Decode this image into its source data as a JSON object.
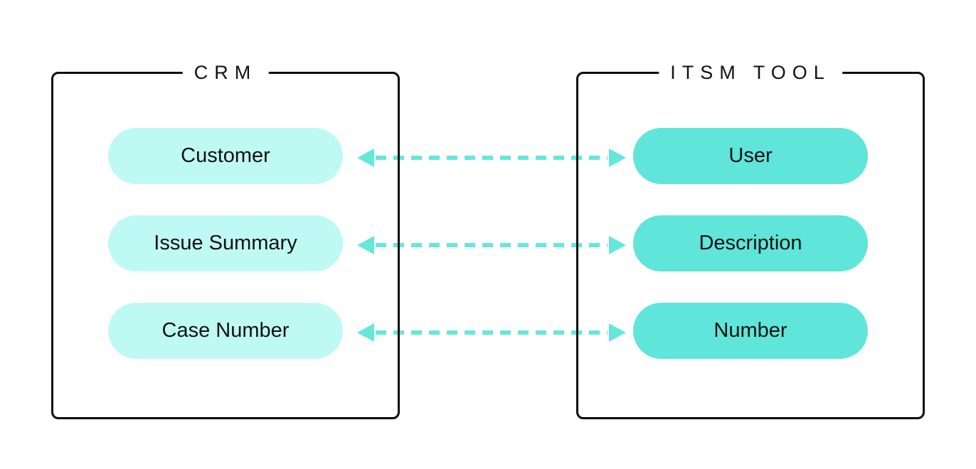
{
  "colors": {
    "background": "#ffffff",
    "box_border": "#0d0d0d",
    "text": "#111111",
    "left_pill_bg": "#befaf3",
    "right_pill_bg": "#5fe5d9",
    "arrow": "#66e7dc"
  },
  "left_box": {
    "title": "CRM",
    "items": [
      "Customer",
      "Issue Summary",
      "Case Number"
    ]
  },
  "right_box": {
    "title": "ITSM TOOL",
    "items": [
      "User",
      "Description",
      "Number"
    ]
  },
  "mappings": [
    {
      "from": "Customer",
      "to": "User"
    },
    {
      "from": "Issue Summary",
      "to": "Description"
    },
    {
      "from": "Case Number",
      "to": "Number"
    }
  ]
}
